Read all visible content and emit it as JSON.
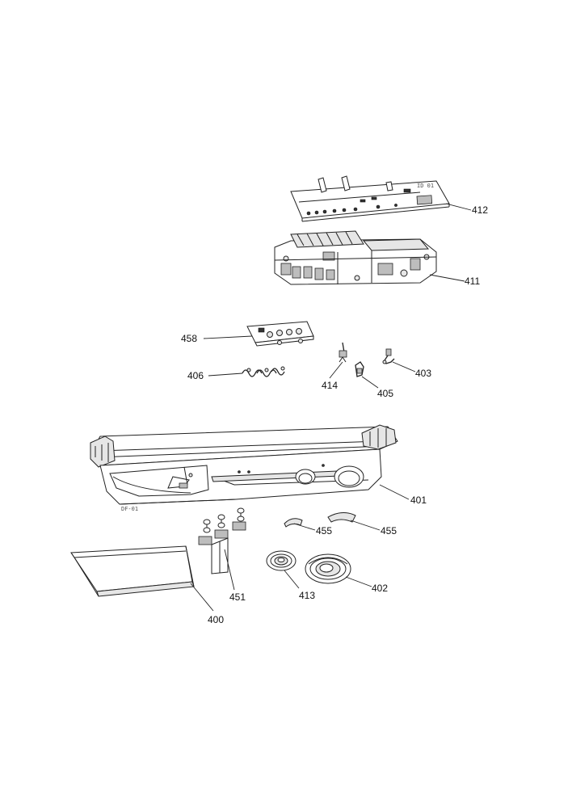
{
  "parts": [
    {
      "id": "412",
      "label": "412"
    },
    {
      "id": "411",
      "label": "411"
    },
    {
      "id": "458",
      "label": "458"
    },
    {
      "id": "406",
      "label": "406"
    },
    {
      "id": "414",
      "label": "414"
    },
    {
      "id": "405",
      "label": "405"
    },
    {
      "id": "403",
      "label": "403"
    },
    {
      "id": "401",
      "label": "401"
    },
    {
      "id": "455a",
      "label": "455"
    },
    {
      "id": "455b",
      "label": "455"
    },
    {
      "id": "451",
      "label": "451"
    },
    {
      "id": "413",
      "label": "413"
    },
    {
      "id": "402",
      "label": "402"
    },
    {
      "id": "400",
      "label": "400"
    }
  ],
  "board_marking": "ID 01",
  "panel_marking": "DF-01"
}
